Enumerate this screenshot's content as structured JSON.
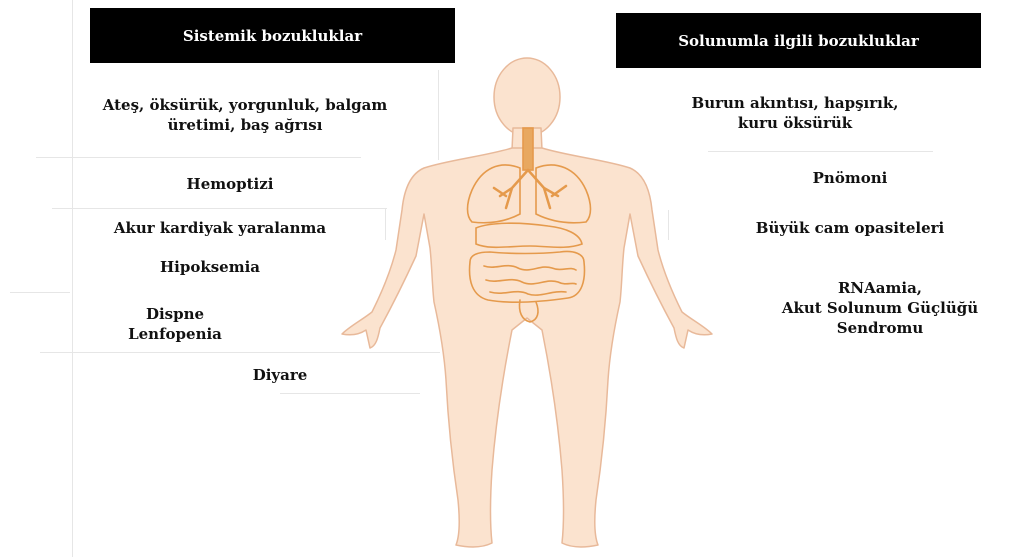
{
  "headers": {
    "systemic": "Sistemik bozukluklar",
    "respiratory": "Solunumla ilgili bozukluklar"
  },
  "systemic_items": {
    "symptoms_line1": "Ateş, öksürük, yorgunluk, balgam",
    "symptoms_line2": "üretimi, baş ağrısı",
    "hemoptysis": "Hemoptizi",
    "cardiac": "Akur kardiyak yaralanma",
    "hypoxemia": "Hipoksemia",
    "dyspnea": "Dispne",
    "lymphopenia": "Lenfopenia",
    "diarrhea": "Diyare"
  },
  "respiratory_items": {
    "nasal_line1": "Burun akıntısı,  hapşırık,",
    "nasal_line2": "kuru öksürük",
    "pneumonia": "Pnömoni",
    "ground_glass": "Büyük cam opasiteleri",
    "ards_line1": "RNAamia,",
    "ards_line2": "Akut Solunum Güçlüğü",
    "ards_line3": "Sendromu"
  },
  "colors": {
    "skin": "#fbe3cf",
    "outline": "#e8b99a",
    "organs": "#e59a4c",
    "header_bg": "#000000",
    "header_text": "#ffffff"
  }
}
